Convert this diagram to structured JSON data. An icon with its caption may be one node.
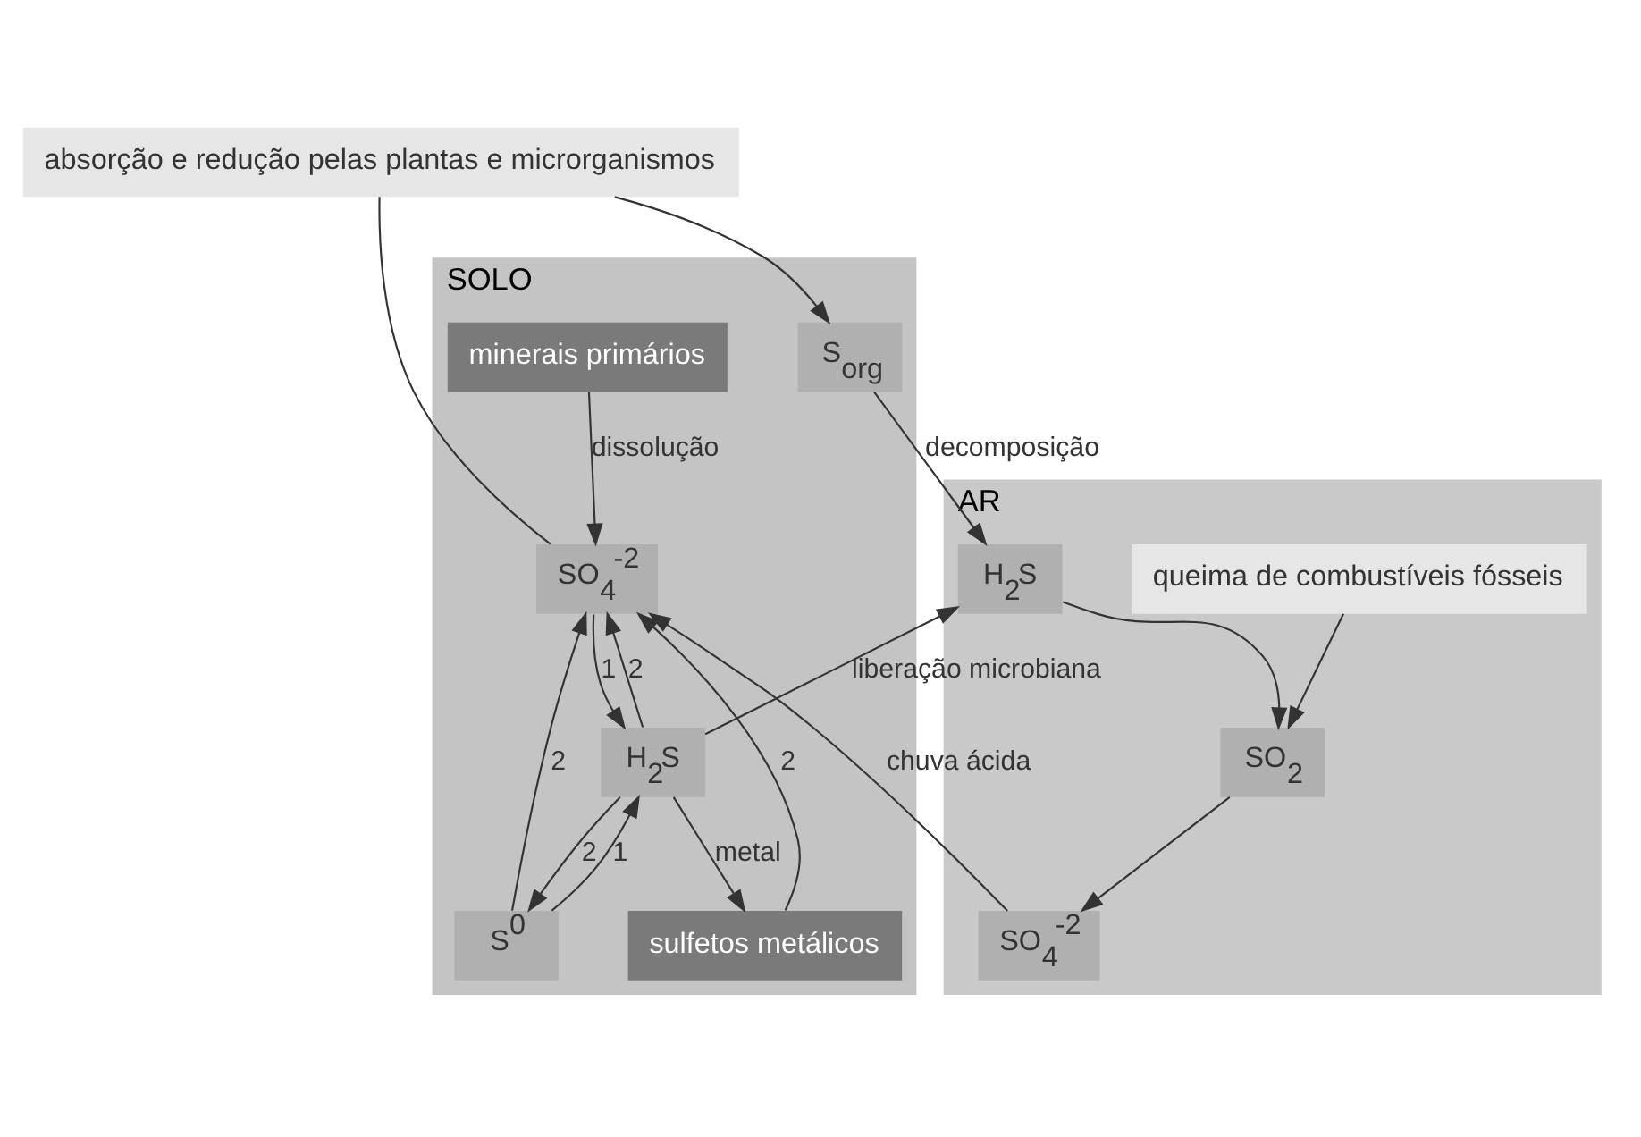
{
  "diagram": {
    "nodes": [
      {
        "text": [
          "AR"
        ]
      },
      {
        "text": [
          "SOLO"
        ]
      },
      {
        "text": [
          "SO$_{2}$"
        ],
        "in": 0
      },
      {
        "text": [
          "H$_{2}$S"
        ],
        "in": 0
      },
      {
        "text": [
          "queima de combustíveis fósseis"
        ],
        "in": 0
      },
      {
        "text": [
          "SO$_{4}$$^{-2}$"
        ],
        "in": 0
      },
      {
        "text": [
          "S$_{org}$"
        ],
        "in": 1
      },
      {
        "text": [
          "absorção e redução pelas plantas e microrganismos"
        ]
      },
      {
        "text": [
          "SO$_{4}$$^{-2}$"
        ],
        "in": 1
      },
      {
        "text": [
          "H$_{2}$S"
        ],
        "in": 1
      },
      {
        "text": [
          "S$^{0}$"
        ],
        "in": 1
      },
      {
        "text": [
          "sulfetos metálicos"
        ],
        "in": 1
      },
      {
        "text": [
          "minerais primários"
        ],
        "in": 1
      }
    ],
    "edges": [
      {
        "from": 3,
        "to": 2,
        "arrow": "to"
      },
      {
        "from": 4,
        "to": 2,
        "arrow": "to"
      },
      {
        "from": 2,
        "to": 5,
        "arrow": "to"
      },
      {
        "from": 5,
        "to": 8,
        "arrow": "to",
        "label": "chuva ácida"
      },
      {
        "from": 6,
        "to": 3,
        "arrow": "to",
        "label": "decomposição"
      },
      {
        "from": 9,
        "to": 3,
        "arrow": "to",
        "label": "liberação microbiana"
      },
      {
        "from": 8,
        "to": 7,
        "arrow": "none"
      },
      {
        "from": 7,
        "to": 6,
        "arrow": "to"
      },
      {
        "from": 8,
        "to": 9,
        "arrow": "to",
        "label": "1"
      },
      {
        "from": 9,
        "to": 8,
        "arrow": "to",
        "label": "2"
      },
      {
        "from": 10,
        "to": 9,
        "arrow": "to",
        "label": "1"
      },
      {
        "from": 9,
        "to": 10,
        "arrow": "to",
        "label": "2"
      },
      {
        "from": 10,
        "to": 8,
        "arrow": "to",
        "label": "2"
      },
      {
        "from": 11,
        "to": 8,
        "arrow": "to",
        "label": "2"
      },
      {
        "from": 12,
        "to": 8,
        "arrow": "to",
        "label": "dissolução"
      },
      {
        "from": 9,
        "to": 11,
        "arrow": "to",
        "label": "metal"
      }
    ]
  }
}
